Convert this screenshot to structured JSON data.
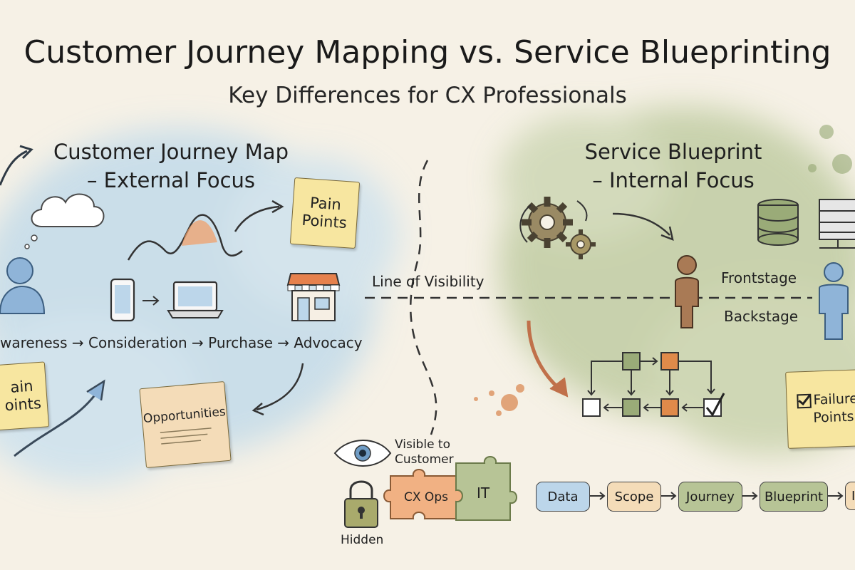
{
  "title": "Customer Journey Mapping vs. Service Blueprinting",
  "subtitle": "Key Differences for CX Professionals",
  "left": {
    "heading_line1": "Customer Journey Map",
    "heading_line2": "– External Focus",
    "stages_text": "wareness → Consideration → Purchase → Advocacy",
    "pain_points_note": [
      "Pain",
      "Points"
    ],
    "pain_points_note_left": [
      "ain",
      "oints"
    ],
    "opportunities_note": "Opportunities"
  },
  "center": {
    "line_of_visibility": "Line of Visibility",
    "visible_label": [
      "Visible to",
      "Customer"
    ],
    "hidden_label": "Hidden",
    "puzzle_left": "CX Ops",
    "puzzle_right": "IT"
  },
  "right": {
    "heading_line1": "Service Blueprint",
    "heading_line2": "– Internal Focus",
    "frontstage": "Frontstage",
    "backstage": "Backstage",
    "failure_note": [
      "Failure",
      "Points"
    ],
    "steps": [
      "Data",
      "Scope",
      "Journey",
      "Blueprint",
      "I"
    ]
  },
  "colors": {
    "background": "#f6f1e6",
    "blue_wash": "#bcd8ea",
    "green_wash": "#b9c79a",
    "sticky_yellow": "#f7e6a0",
    "orange": "#e08a4a",
    "green_box": "#9aab78"
  }
}
